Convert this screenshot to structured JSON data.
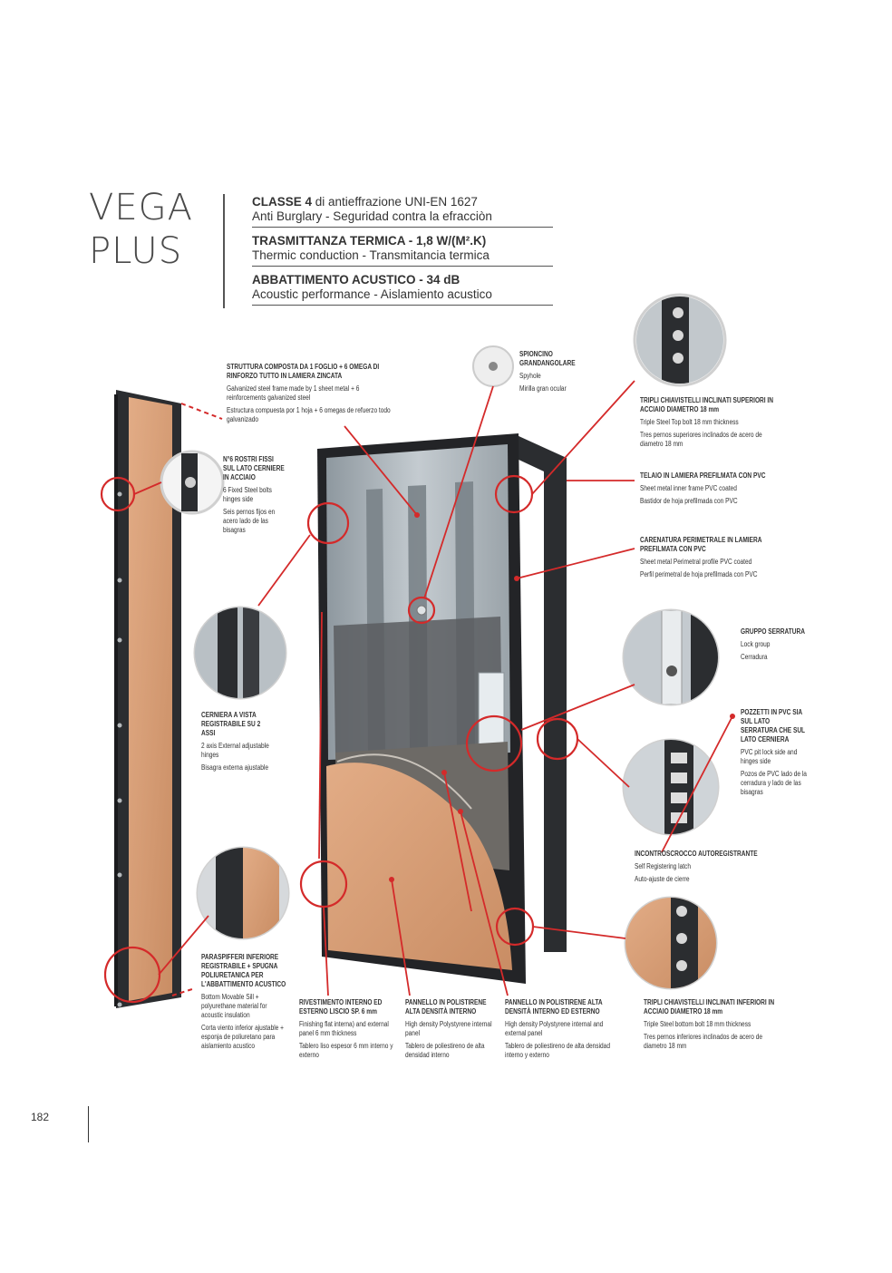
{
  "title": {
    "line1": "VEGA",
    "line2": "PLUS"
  },
  "specs": [
    {
      "bold": "CLASSE 4",
      "rest": " di antieffrazione UNI-EN 1627",
      "sub": "Anti Burglary - Seguridad contra la efracciòn"
    },
    {
      "bold": "TRASMITTANZA TERMICA - 1,8 W/(M².K)",
      "rest": "",
      "sub": "Thermic conduction - Transmitancia termica"
    },
    {
      "bold": "ABBATTIMENTO ACUSTICO - 34 dB",
      "rest": "",
      "sub": "Acoustic performance - Aislamiento acustico"
    }
  ],
  "labels": {
    "struttura": {
      "h": "STRUTTURA COMPOSTA DA 1 FOGLIO + 6 OMEGA DI RINFORZO TUTTO IN LAMIERA ZINCATA",
      "en": "Galvanized steel frame made by 1 sheet metal + 6 reinforcements galvanized steel",
      "es": "Estructura compuesta por 1 hoja + 6 omegas de refuerzo todo galvanizado"
    },
    "spioncino": {
      "h": "SPIONCINO GRANDANGOLARE",
      "en": "Spyhole",
      "es": "Mirilla gran ocular"
    },
    "rostri": {
      "h": "N°6 ROSTRI FISSI SUL LATO CERNIERE IN ACCIAIO",
      "en": "6 Fixed Steel bolts hinges side",
      "es": "Seis pernos fijos en acero lado de las bisagras"
    },
    "triplisup": {
      "h": "TRIPLI CHIAVISTELLI INCLINATI SUPERIORI IN ACCIAIO DIAMETRO 18 mm",
      "en": "Triple Steel Top bolt 18 mm thickness",
      "es": "Tres pernos superiores inclinados de acero de diametro 18 mm"
    },
    "telaio": {
      "h": "TELAIO IN LAMIERA PREFILMATA CON PVC",
      "en": "Sheet metal inner frame PVC coated",
      "es": "Bastidor de hoja prefilmada con PVC"
    },
    "carenatura": {
      "h": "CARENATURA PERIMETRALE IN LAMIERA PREFILMATA CON PVC",
      "en": "Sheet metal Perimetral profile PVC coated",
      "es": "Perfil perimetral de hoja prefilmada con PVC"
    },
    "serratura": {
      "h": "GRUPPO SERRATURA",
      "en": "Lock group",
      "es": "Cerradura"
    },
    "pozzetti": {
      "h": "POZZETTI IN PVC SIA SUL LATO SERRATURA CHE SUL LATO CERNIERA",
      "en": "PVC pit lock side and hinges side",
      "es": "Pozos de PVC lado de la cerradura y lado de las bisagras"
    },
    "cerniera": {
      "h": "CERNIERA A VISTA REGISTRABILE SU 2 ASSI",
      "en": "2 axis External adjustable hinges",
      "es": "Bisagra externa ajustable"
    },
    "incontro": {
      "h": "INCONTROSCROCCO AUTOREGISTRANTE",
      "en": "Self Registering latch",
      "es": "Auto-ajuste de cierre"
    },
    "paraspifferi": {
      "h": "PARASPIFFERI INFERIORE REGISTRABILE + SPUGNA POLIURETANICA PER L'ABBATTIMENTO ACUSTICO",
      "en": "Bottom Movable Sill + polyurethane material for acoustic insulation",
      "es": "Corta viento inferior ajustable + esponja de poliuretano para aislamiento acustico"
    },
    "rivestimento": {
      "h": "RIVESTIMENTO INTERNO ED ESTERNO LISCIO SP. 6 mm",
      "en": "Finishing flat interna) and external panel 6 mm thickness",
      "es": "Tablero liso espesor 6 mm interno y externo"
    },
    "pannello1": {
      "h": "PANNELLO IN POLISTIRENE ALTA DENSITÀ INTERNO",
      "en": "High density Polystyrene internal panel",
      "es": "Tablero de poliestireno de alta densidad interno"
    },
    "pannello2": {
      "h": "PANNELLO IN POLISTIRENE ALTA DENSITÀ INTERNO ED ESTERNO",
      "en": "High density Polystyrene internal and external panel",
      "es": "Tablero de poliestireno de alta densidad interno y externo"
    },
    "triplinf": {
      "h": "TRIPLI CHIAVISTELLI INCLINATI INFERIORI IN ACCIAIO DIAMETRO 18 mm",
      "en": "Triple Steel bottom bolt 18 mm thickness",
      "es": "Tres pernos inferiores inclinados de acero de diametro 18 mm"
    }
  },
  "page": {
    "number": "182"
  },
  "colors": {
    "accent": "#d42a2a",
    "frame": "#2b2d30",
    "wood": "#d9a07a",
    "steel": "#a9b2b8",
    "text": "#333333"
  }
}
